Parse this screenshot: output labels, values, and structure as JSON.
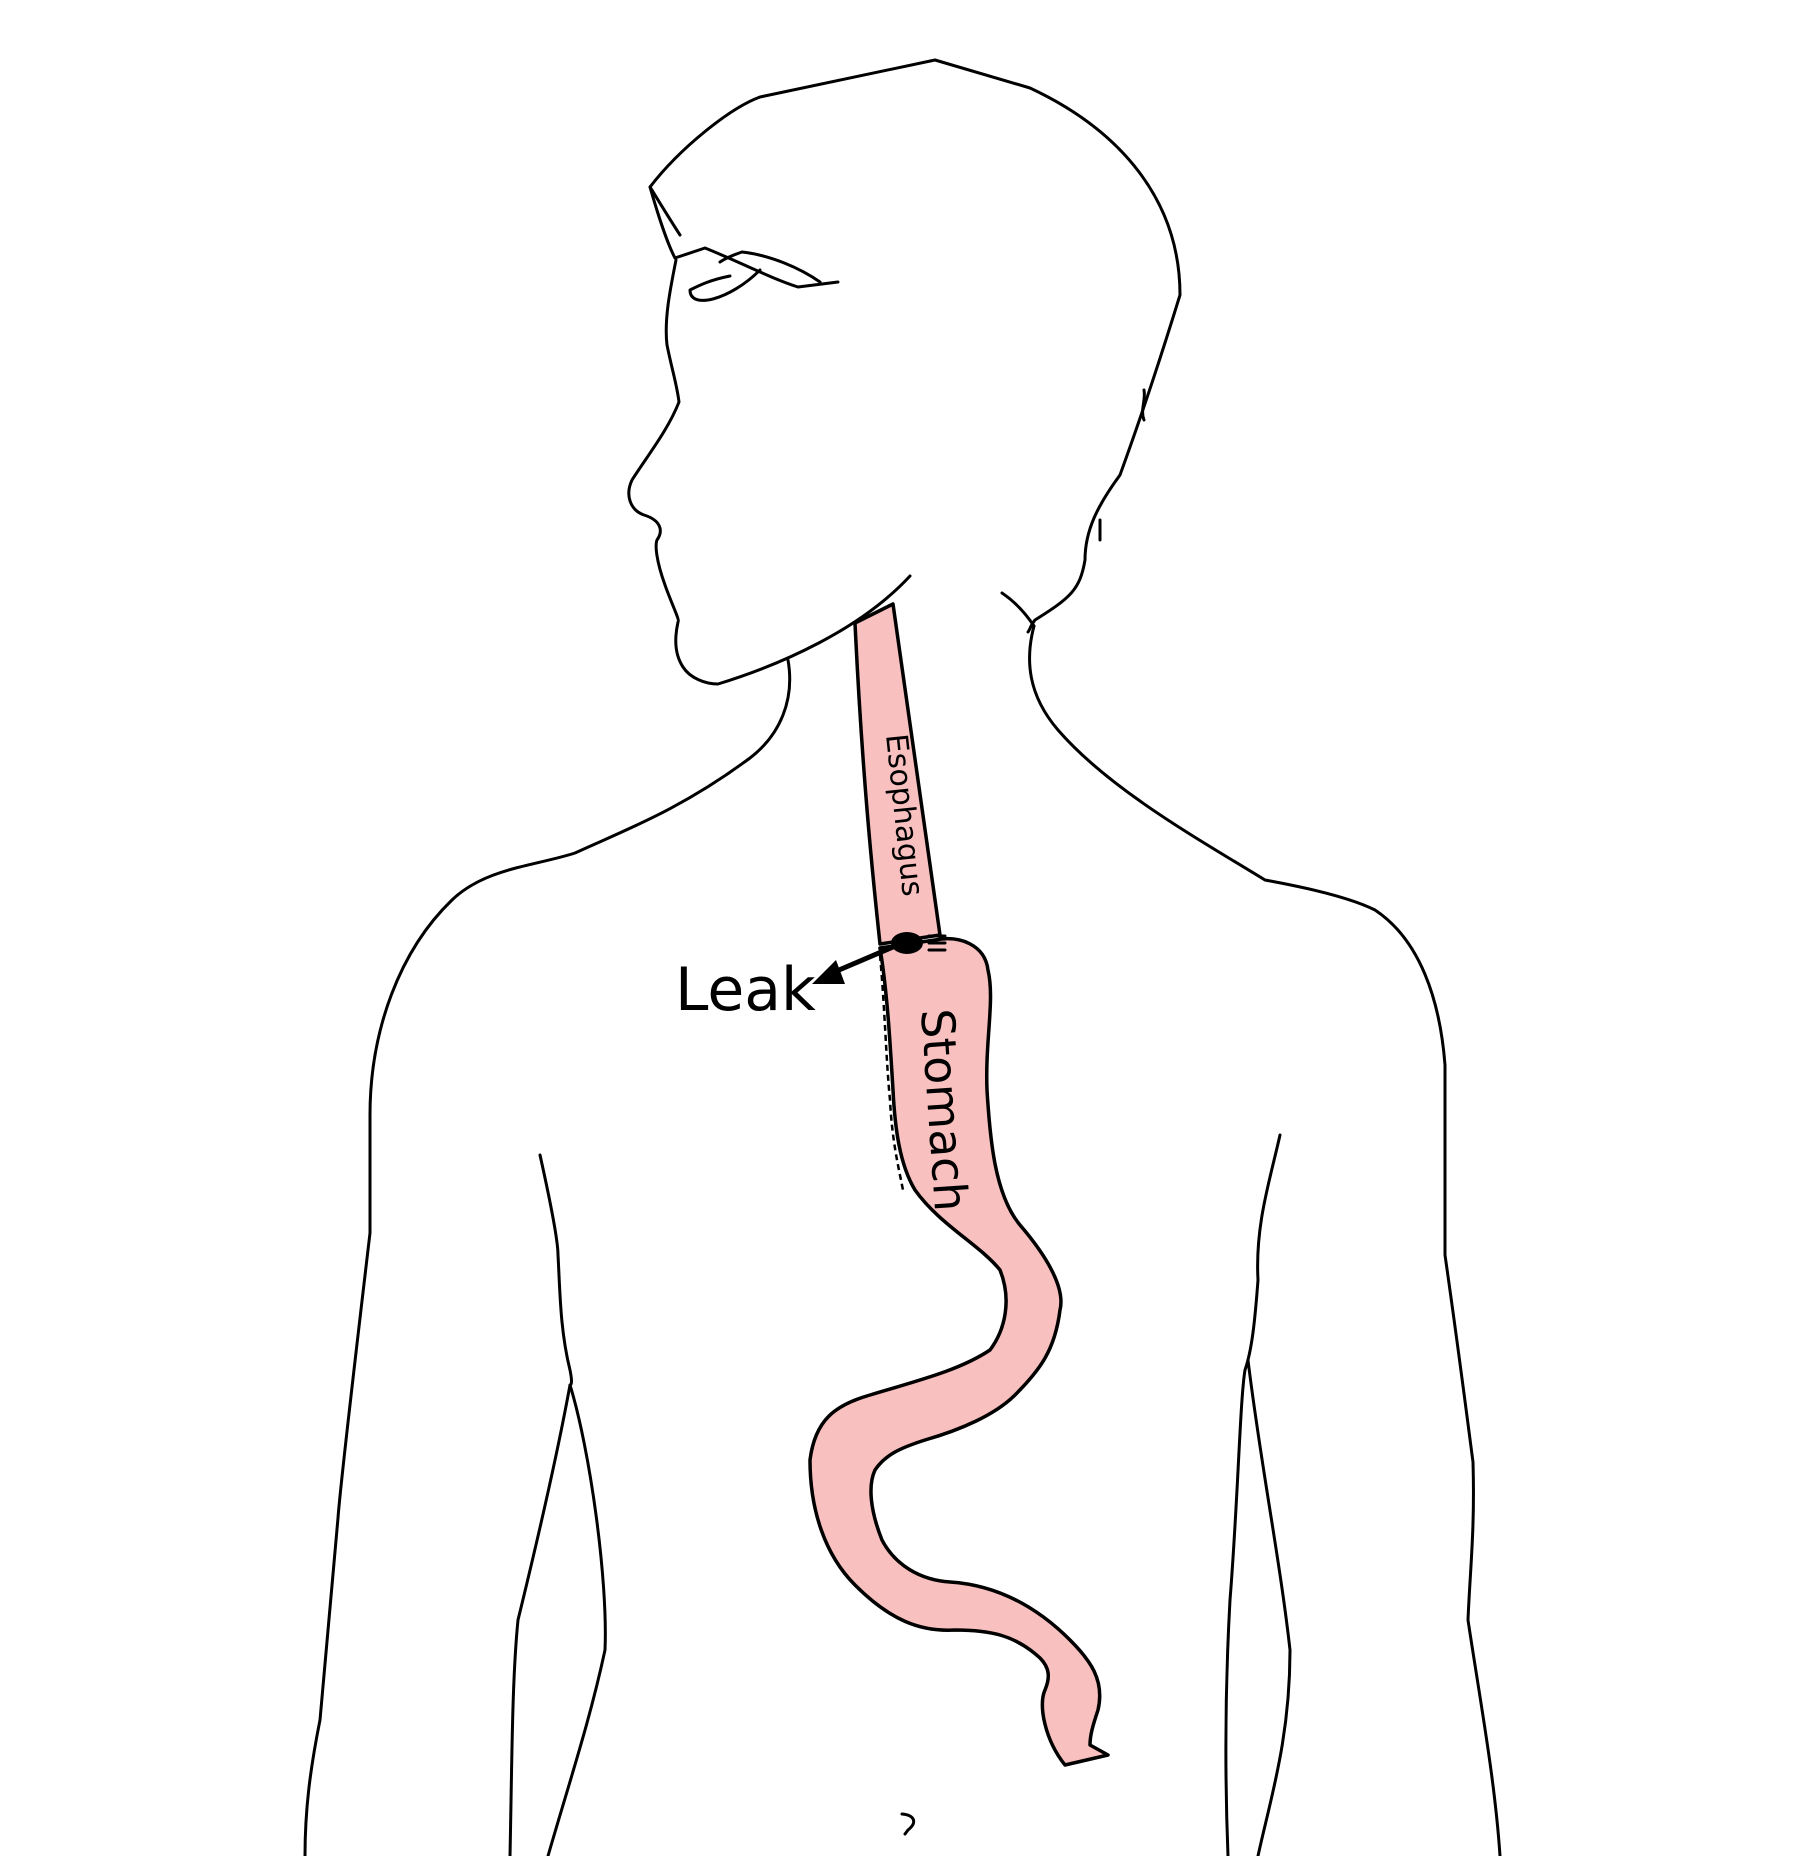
{
  "labels": {
    "esophagus": "Esophagus",
    "stomach": "Stomach",
    "leak": "Leak"
  },
  "colors": {
    "organ_fill": "#f9c0c0",
    "outline": "#000000",
    "background": "#ffffff"
  }
}
